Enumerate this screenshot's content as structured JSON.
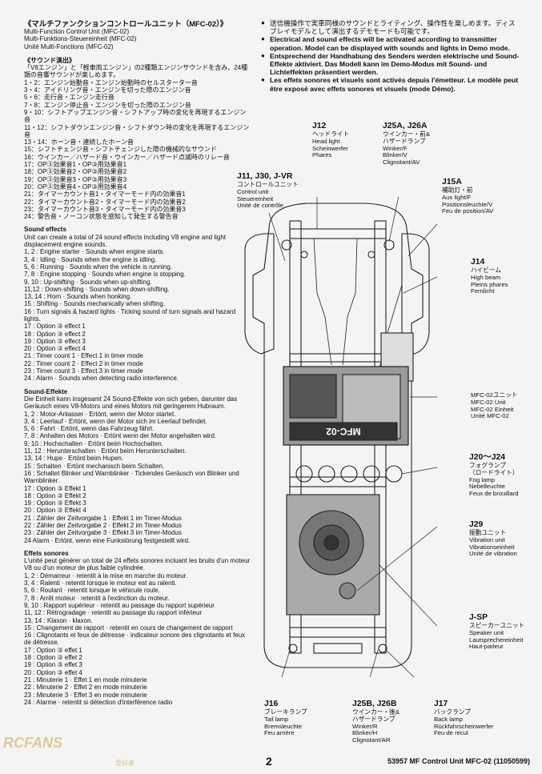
{
  "title": {
    "ja": "《マルチファンクションコントロールユニット（MFC-02）》",
    "en": "Multi-Function Control Unit (MFC-02)",
    "de": "Multi-Funktions-Steuereinheit (MFC-02)",
    "fr": "Unité Multi-Fonctions (MFC-02)"
  },
  "sound_ja": {
    "heading": "《サウンド演出》",
    "intro": "「V8エンジン」と「軽車両エンジン」の2種類エンジンサウンドを含み、24種類の音響サウンドが楽しめます。",
    "items": [
      "1・2：エンジン始動音・エンジン始動時のセルスターター音",
      "3・4：アイドリング音・エンジンを切った際のエンジン音",
      "5・6：走行音・エンジン走行音",
      "7・8：エンジン停止音・エンジンを切った際のエンジン音",
      "9・10：シフトアップエンジン音・シフトアップ時の変化を再現するエンジン音",
      "11・12：シフトダウンエンジン音・シフトダウン時の変化を再現するエンジン音",
      "13・14：ホーン音・連続したホーン音",
      "15：シフトチェンジ音・シフトチェンジした際の機械的なサウンド",
      "16：ウインカー／ハザード音・ウインカー／ハザード点滅時のリレー音",
      "17：OP③効果音1・OP③用効果音1",
      "18：OP③効果音2・OP③用効果音2",
      "19：OP③効果音3・OP③用効果音3",
      "20：OP③効果音4・OP③用効果音4",
      "21：タイマーカウント音1・タイマーモード内の効果音1",
      "22：タイマーカウント音2・タイマーモード内の効果音2",
      "23：タイマーカウント音3・タイマーモード内の効果音3",
      "24：警告音・ノーコン状態を感知して発生する警告音"
    ]
  },
  "sound_en": {
    "heading": "Sound effects",
    "intro": "Unit can create a total of 24 sound effects including V8 engine and light displacement engine sounds.",
    "items": [
      "1, 2 : Engine starter · Sounds when engine starts.",
      "3, 4 : Idling · Sounds when the engine is idling.",
      "5, 6 : Running · Sounds when the vehicle is running.",
      "7, 8 : Engine stopping · Sounds when engine is stopping.",
      "9, 10 : Up-shifting · Sounds when up-shifting.",
      "11,12 : Down-shifting · Sounds when down-shifting.",
      "13, 14 : Horn · Sounds when honking.",
      "15 : Shifting · Sounds mechanically when shifting.",
      "16 : Turn signals & hazard lights · Ticking sound of turn signals and hazard lights.",
      "17 : Option ③ effect 1",
      "18 : Option ③ effect 2",
      "19 : Option ③ effect 3",
      "20 : Option ③ effect 4",
      "21 : Timer count 1 · Effect 1 in timer mode",
      "22 : Timer count 2 · Effect 2 in timer mode",
      "23 : Timer count 3 · Effect 3 in timer mode",
      "24 : Alarm · Sounds when detecting radio interference."
    ]
  },
  "sound_de": {
    "heading": "Sound-Effekte",
    "intro": "Die Einheit kann insgesamt 24 Sound-Effekte von sich geben, darunter das Geräusch eines V8-Motors und eines Motors mit geringerem Hubraum.",
    "items": [
      "1, 2 : Motor-Anlasser · Ertönt, wenn der Motor startet.",
      "3, 4 : Leerlauf · Ertönt, wenn der Motor sich im Leerlauf befindet.",
      "5, 6 : Fahrt · Ertönt, wenn das Fahrzeug fährt.",
      "7, 8 : Anhalten des Motors · Ertönt wenn der Motor angehalten wird.",
      "9, 10 : Hochschalten · Ertönt beim Hochschalten.",
      "11, 12 : Herunterschalten · Ertönt beim Herunterschalten.",
      "13, 14 : Hupe · Ertönt beim Hupen.",
      "15 : Schalten · Ertönt mechanisch beim Schalten.",
      "16 : Schaltet Blinker und Warnblinker · Tickendes Geräusch von Blinker und Warnblinker.",
      "17 : Option ③ Effekt 1",
      "18 : Option ③ Effekt 2",
      "19 : Option ③ Effekt 3",
      "20 : Option ③ Effekt 4",
      "21 : Zähler der Zeitvorgabe 1 · Effekt 1 im Timer-Modus",
      "22 : Zähler der Zeitvorgabe 2 · Effekt 2 im Timer-Modus",
      "23 : Zähler der Zeitvorgabe 3 · Effekt 3 im Timer-Modus",
      "24 Alarm · Ertönt, wenn eine Funkstörung festgestellt wird."
    ]
  },
  "sound_fr": {
    "heading": "Effets sonores",
    "intro": "L'unité peut générer un total de 24 effets sonores incluant les bruits d'un moteur V8 ou d'un moteur de plus faible cylindrée.",
    "items": [
      "1, 2 : Démarreur · retentit à la mise en marche du moteur.",
      "3, 4 : Ralenti · retentit lorsque le moteur est au ralenti.",
      "5, 6 : Roulant · retentit lorsque le véhicule roule.",
      "7, 8 : Arrêt moteur · retentit à l'extinction du moteur.",
      "9, 10 : Rapport supérieur · retentit au passage du rapport supérieur",
      "11, 12 : Rétrogradage · retentit au passage du rapport inférieur",
      "13, 14 : Klaxon · klaxon.",
      "15 : Changement de rapport · retentit en cours de changement de rapport",
      "16 : Clignotants et feux de détresse · indicateur sonore des clignotants et feux de détresse.",
      "17 : Option ③ effet 1",
      "18 : Option ③ effet 2",
      "19 : Option ③ effet 3",
      "20 : Option ③ effet 4",
      "21 : Minuterie 1 · Effet 1 en mode minuterie",
      "22 : Minuterie 2 · Effet 2 en mode minuterie",
      "23 : Minuterie 3 · Effet 3 en mode minuterie",
      "24 : Alarme · retentit si détection d'interférence radio"
    ]
  },
  "notes": [
    "送信機操作で実車同様のサウンドとライティング、操作性を楽しめます。ディスプレイモデルとして演出するデモモードも可能です。",
    "Electrical and sound effects will be activated according to transmitter operation. Model can be displayed with sounds and lights in Demo mode.",
    "Entsprechend der Handhabung des Senders werden elektrische und Sound-Effekte aktiviert. Das Modell kann im Demo-Modus mit Sound- und Lichteffekten präsentiert werden.",
    "Les effets sonores et visuels sont activés depuis l'émetteur. Le modèle peut être exposé avec effets sonores et visuels (mode Démo)."
  ],
  "labels": {
    "j12": {
      "code": "J12",
      "lines": [
        "ヘッドライト",
        "Head light",
        "Scheinwerfer",
        "Phares"
      ]
    },
    "j25a": {
      "code": "J25A, J26A",
      "lines": [
        "ウインカー・前&",
        "ハザードランプ",
        "Winker/F",
        "Blinker/V",
        "Clignotant/AV"
      ]
    },
    "j11": {
      "code": "J11, J30, J-VR",
      "lines": [
        "コントロールユニット",
        "Control unit",
        "Steuereinheit",
        "Unité de contrôle"
      ]
    },
    "j15a": {
      "code": "J15A",
      "lines": [
        "補助灯・前",
        "Aux light/F",
        "Positionsleuchte/V",
        "Feu de position/AV"
      ]
    },
    "j14": {
      "code": "J14",
      "lines": [
        "ハイビーム",
        "High beam",
        "Pleins phares",
        "Fernlicht"
      ]
    },
    "mfc": {
      "code": "",
      "lines": [
        "MFC-02ユニット",
        "MFC-02 Unit",
        "MFC-02 Einheit",
        "Unité MFC-02"
      ]
    },
    "j20": {
      "code": "J20〜J24",
      "lines": [
        "フォグランプ",
        "（ロードライト）",
        "Fog lamp",
        "Nebelleuchte",
        "Feux de brouillard"
      ]
    },
    "j29": {
      "code": "J29",
      "lines": [
        "振動ユニット",
        "Vibration unit",
        "Vibrationseinheit",
        "Unité de vibration"
      ]
    },
    "jsp": {
      "code": "J-SP",
      "lines": [
        "スピーカーユニット",
        "Speaker unit",
        "Lautsprechereinheit",
        "Haut-parleur"
      ]
    },
    "j16": {
      "code": "J16",
      "lines": [
        "ブレーキランプ",
        "Tail lamp",
        "Bremsleuchte",
        "Feu arrière"
      ]
    },
    "j25b": {
      "code": "J25B, J26B",
      "lines": [
        "ウインカー・後&",
        "ハザードランプ",
        "Winker/R",
        "Blinker/H",
        "Clignotant/AR"
      ]
    },
    "j17": {
      "code": "J17",
      "lines": [
        "バックランプ",
        "Back lamp",
        "Rückfahrscheinwerfer",
        "Feu de recul"
      ]
    }
  },
  "unit_text": "MFC-02",
  "page_number": "2",
  "footer_code": "53957  MF Control Unit MFC-02 (11050599)",
  "watermark": "RCFANS",
  "watermark_sub": "爱好者"
}
